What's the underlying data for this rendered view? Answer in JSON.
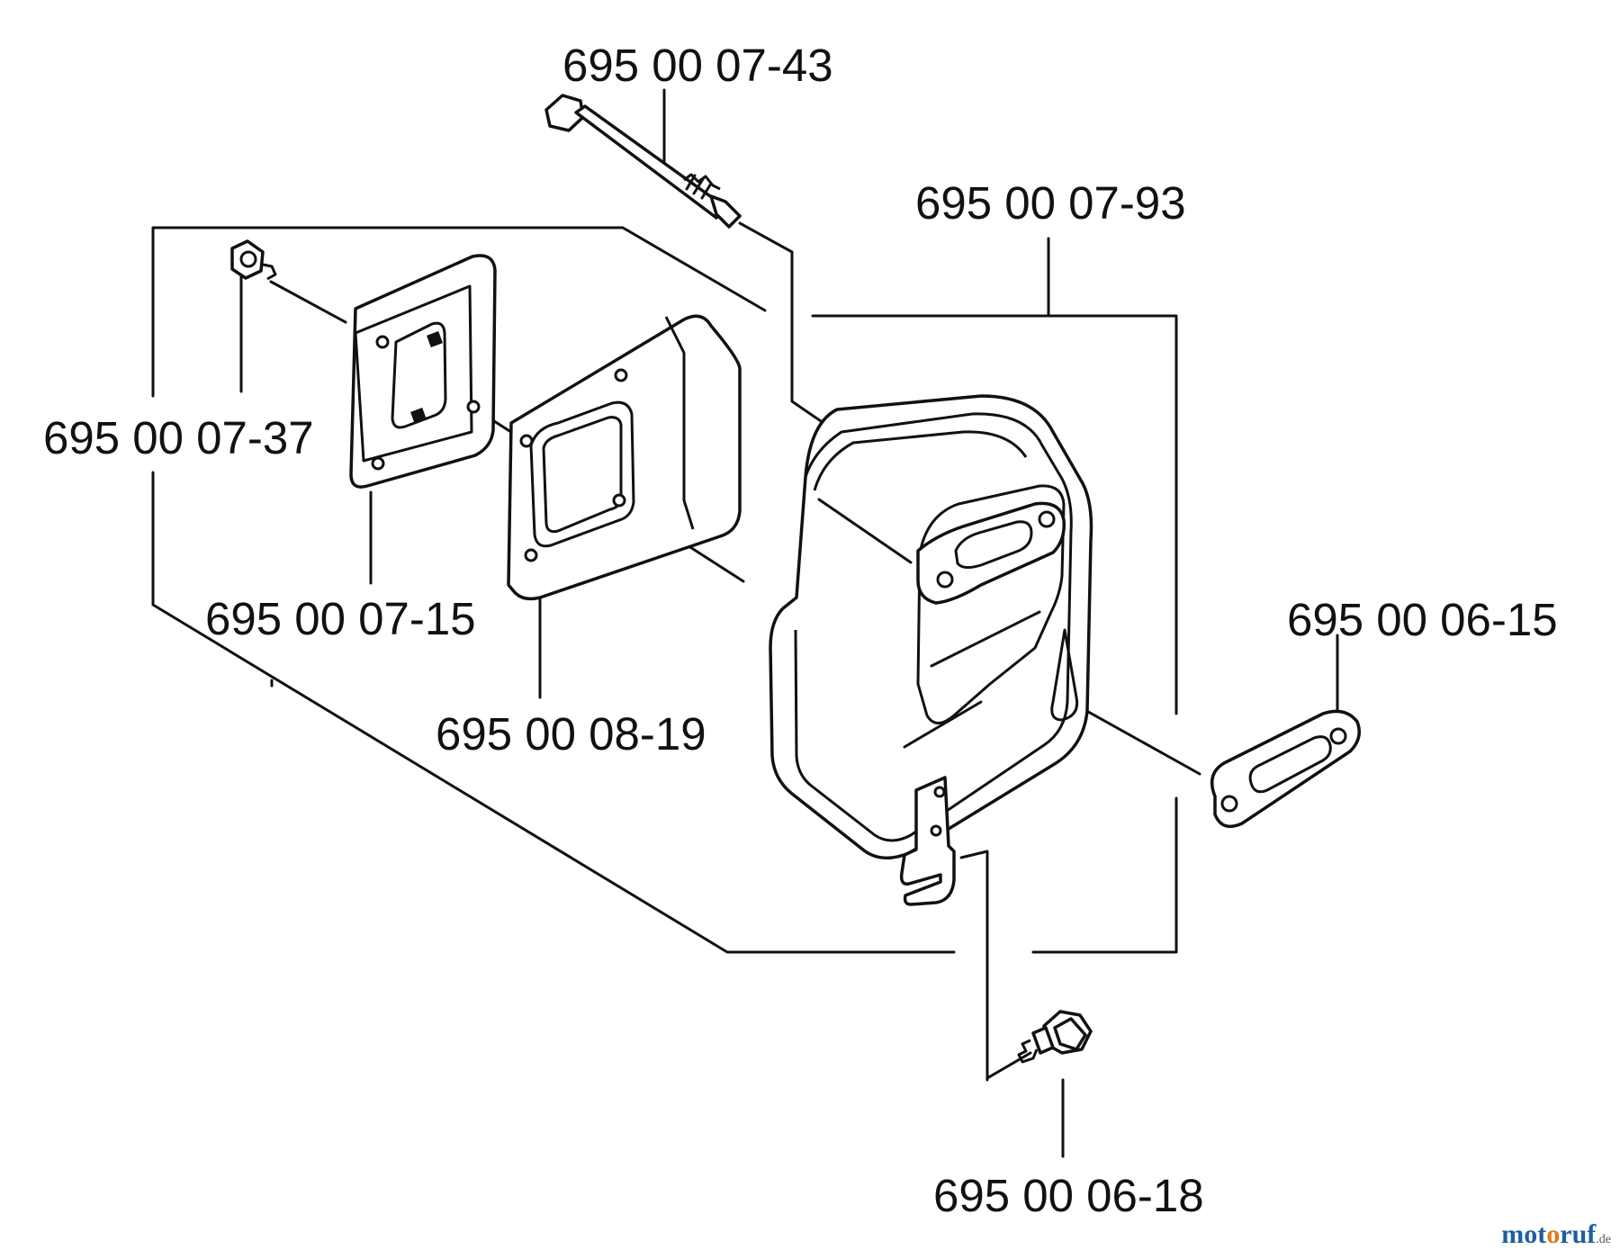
{
  "labels": {
    "bolt": "695 00 07-43",
    "muffler": "695 00 07-93",
    "nut": "695 00 07-37",
    "flange_gasket": "695 00 07-15",
    "heat_shield": "695 00 08-19",
    "outlet_gasket": "695 00 06-15",
    "screw": "695 00 06-18"
  },
  "watermark": {
    "part1": "mot",
    "part2": "o",
    "part3": "ruf",
    "tld": ".de"
  }
}
